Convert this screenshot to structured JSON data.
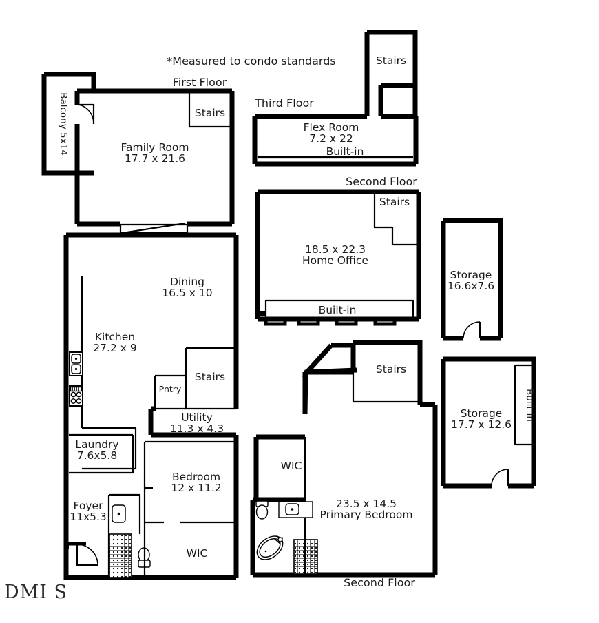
{
  "notes": {
    "measurement_note": "*Measured to condo standards"
  },
  "floor_labels": {
    "first_floor": "First Floor",
    "third_floor": "Third Floor",
    "second_floor_upper": "Second Floor",
    "second_floor_lower": "Second Floor"
  },
  "watermark": {
    "text": "DMI S"
  },
  "first_floor": {
    "balcony": {
      "label": "Balcony 5x14"
    },
    "family_room": {
      "name": "Family Room",
      "dimensions": "17.7 x 21.6"
    },
    "stairs_upper": {
      "label": "Stairs"
    },
    "dining": {
      "name": "Dining",
      "dimensions": "16.5 x 10"
    },
    "kitchen": {
      "name": "Kitchen",
      "dimensions": "27.2 x 9"
    },
    "pantry": {
      "label": "Pntry"
    },
    "stairs_lower": {
      "label": "Stairs"
    },
    "utility": {
      "name": "Utility",
      "dimensions": "11.3 x 4.3"
    },
    "laundry": {
      "name": "Laundry",
      "dimensions": "7.6x5.8"
    },
    "foyer": {
      "name": "Foyer",
      "dimensions": "11x5.3"
    },
    "bedroom": {
      "name": "Bedroom",
      "dimensions": "12 x 11.2"
    },
    "wic": {
      "label": "WIC"
    }
  },
  "third_floor": {
    "stairs": {
      "label": "Stairs"
    },
    "flex_room": {
      "name": "Flex Room",
      "dimensions": "7.2 x 22"
    },
    "built_in": {
      "label": "Built-in"
    }
  },
  "second_floor_office": {
    "stairs": {
      "label": "Stairs"
    },
    "home_office": {
      "dimensions": "18.5 x 22.3",
      "name": "Home Office"
    },
    "built_in": {
      "label": "Built-in"
    }
  },
  "second_floor_primary": {
    "stairs": {
      "label": "Stairs"
    },
    "wic": {
      "label": "WIC"
    },
    "primary_bedroom": {
      "dimensions": "23.5 x 14.5",
      "name": "Primary Bedroom"
    }
  },
  "storage_units": [
    {
      "name": "Storage",
      "dimensions": "16.6x7.6"
    },
    {
      "name": "Storage",
      "dimensions": "17.7 x 12.6",
      "built_in": "Built-in"
    }
  ],
  "colors": {
    "wall": "#000000",
    "background": "#ffffff",
    "text": "#1a1a1a"
  }
}
